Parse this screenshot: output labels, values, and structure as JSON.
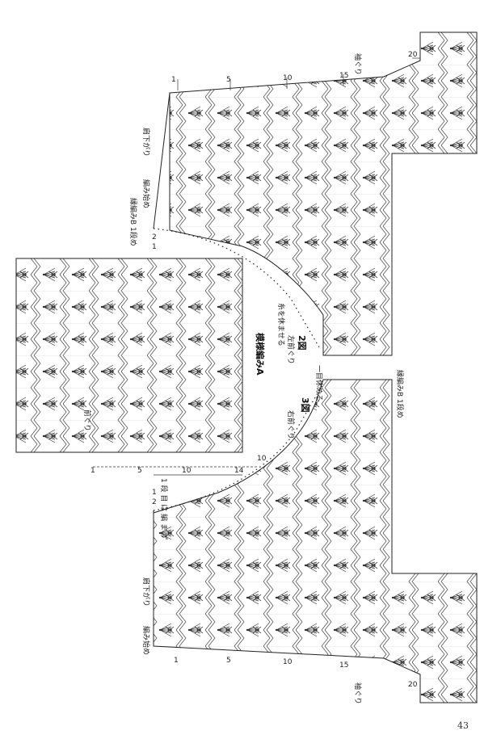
{
  "page_number": "43",
  "pattern": {
    "name": "模様編みA",
    "back_label": "前ぐり",
    "fig2": "2図",
    "fig3": "3図",
    "left_front": "左前ぐり",
    "right_front": "右前ぐり",
    "add_stitch": "糸を休ませる",
    "start_center": "一目休める",
    "sleeve_top": "袖ぐり",
    "sleeve_bottom": "袖ぐり",
    "shoulder_top": "肩下がり",
    "shoulder_bottom": "肩下がり",
    "start_top": "編み始め",
    "start_bottom": "編み始め",
    "edging_b_top": "縁編みB 1段め",
    "edging_b_right": "縁編みB 1段め",
    "center_rows": "14",
    "center_sub": "1 段 目 は 編 ま ず",
    "row_nums": [
      "1",
      "5",
      "10",
      "15",
      "20",
      "2",
      "1",
      "5",
      "10",
      "15",
      "20",
      "5",
      "1",
      "14",
      "10",
      "5",
      "10",
      "15"
    ]
  }
}
